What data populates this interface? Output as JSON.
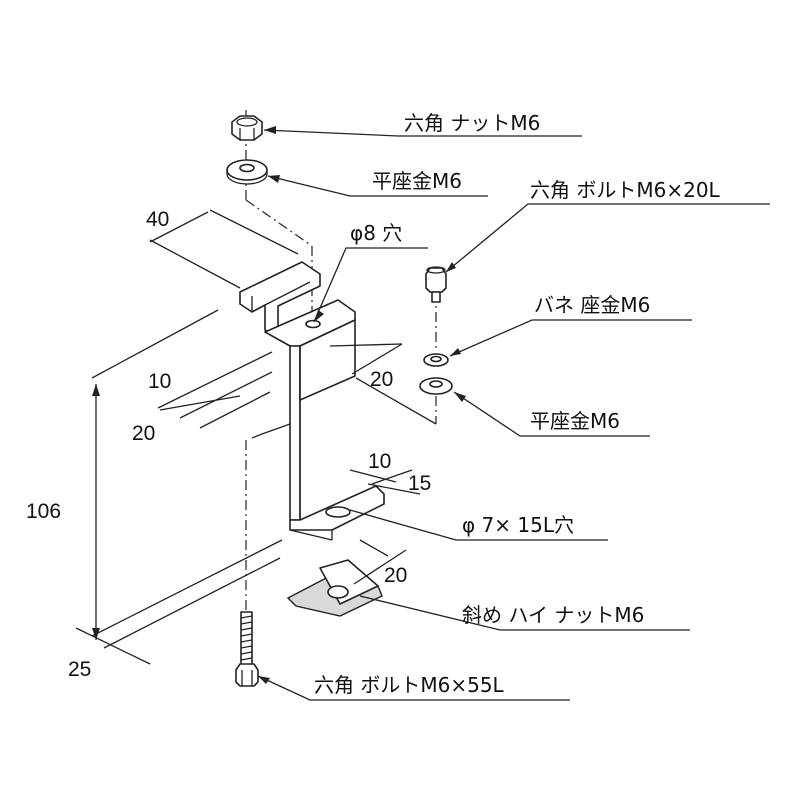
{
  "labels": {
    "hex_nut_m6": "六角 ナットM6",
    "flat_washer_m6_top": "平座金M6",
    "hex_bolt_m6x20l": "六角 ボルトM6×20L",
    "spring_washer_m6": "バネ 座金M6",
    "flat_washer_m6_right": "平座金M6",
    "slot_hole": "φ 7× 15L穴",
    "hole_8": "φ8 穴",
    "slanted_nut_m6": "斜め ハイ ナットM6",
    "hex_bolt_m6x55l": "六角 ボルトM6×55L"
  },
  "dimensions": {
    "d40": "40",
    "d10_left": "10",
    "d20_left": "20",
    "d20_mid": "20",
    "d106": "106",
    "d25": "25",
    "d10_right": "10",
    "d15": "15",
    "d20_lower": "20"
  }
}
